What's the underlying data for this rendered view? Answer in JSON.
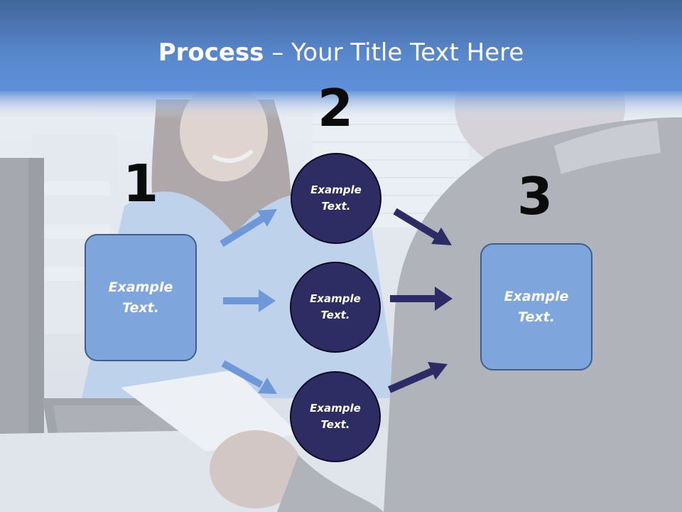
{
  "title": {
    "bold": "Process",
    "rest": " – Your Title Text Here"
  },
  "steps": {
    "one": "1",
    "two": "2",
    "three": "3"
  },
  "left_box": "Example Text.",
  "circles": [
    "Example Text.",
    "Example Text.",
    "Example Text."
  ],
  "right_box": "Example Text.",
  "colors": {
    "header": "#5b8ad3",
    "box_fill": "#7ea6dd",
    "circle_fill": "#2e2d63",
    "light_arrow": "#6f98d8",
    "dark_arrow": "#2d2b66"
  }
}
